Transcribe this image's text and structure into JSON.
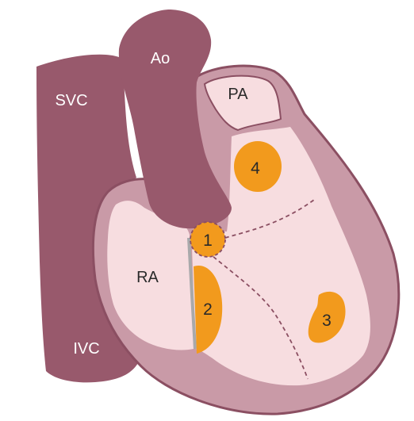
{
  "colors": {
    "vessel": "#98596c",
    "wall": "#c99aa7",
    "chamber": "#f7dde0",
    "outline": "#8b4f62",
    "lesion": "#f29a1d",
    "septum_line": "#a9a9ab",
    "dashed": "#8b4f62"
  },
  "labels": {
    "svc": "SVC",
    "ao": "Ao",
    "pa": "PA",
    "ra": "RA",
    "ivc": "IVC"
  },
  "markers": [
    "1",
    "2",
    "3",
    "4"
  ]
}
